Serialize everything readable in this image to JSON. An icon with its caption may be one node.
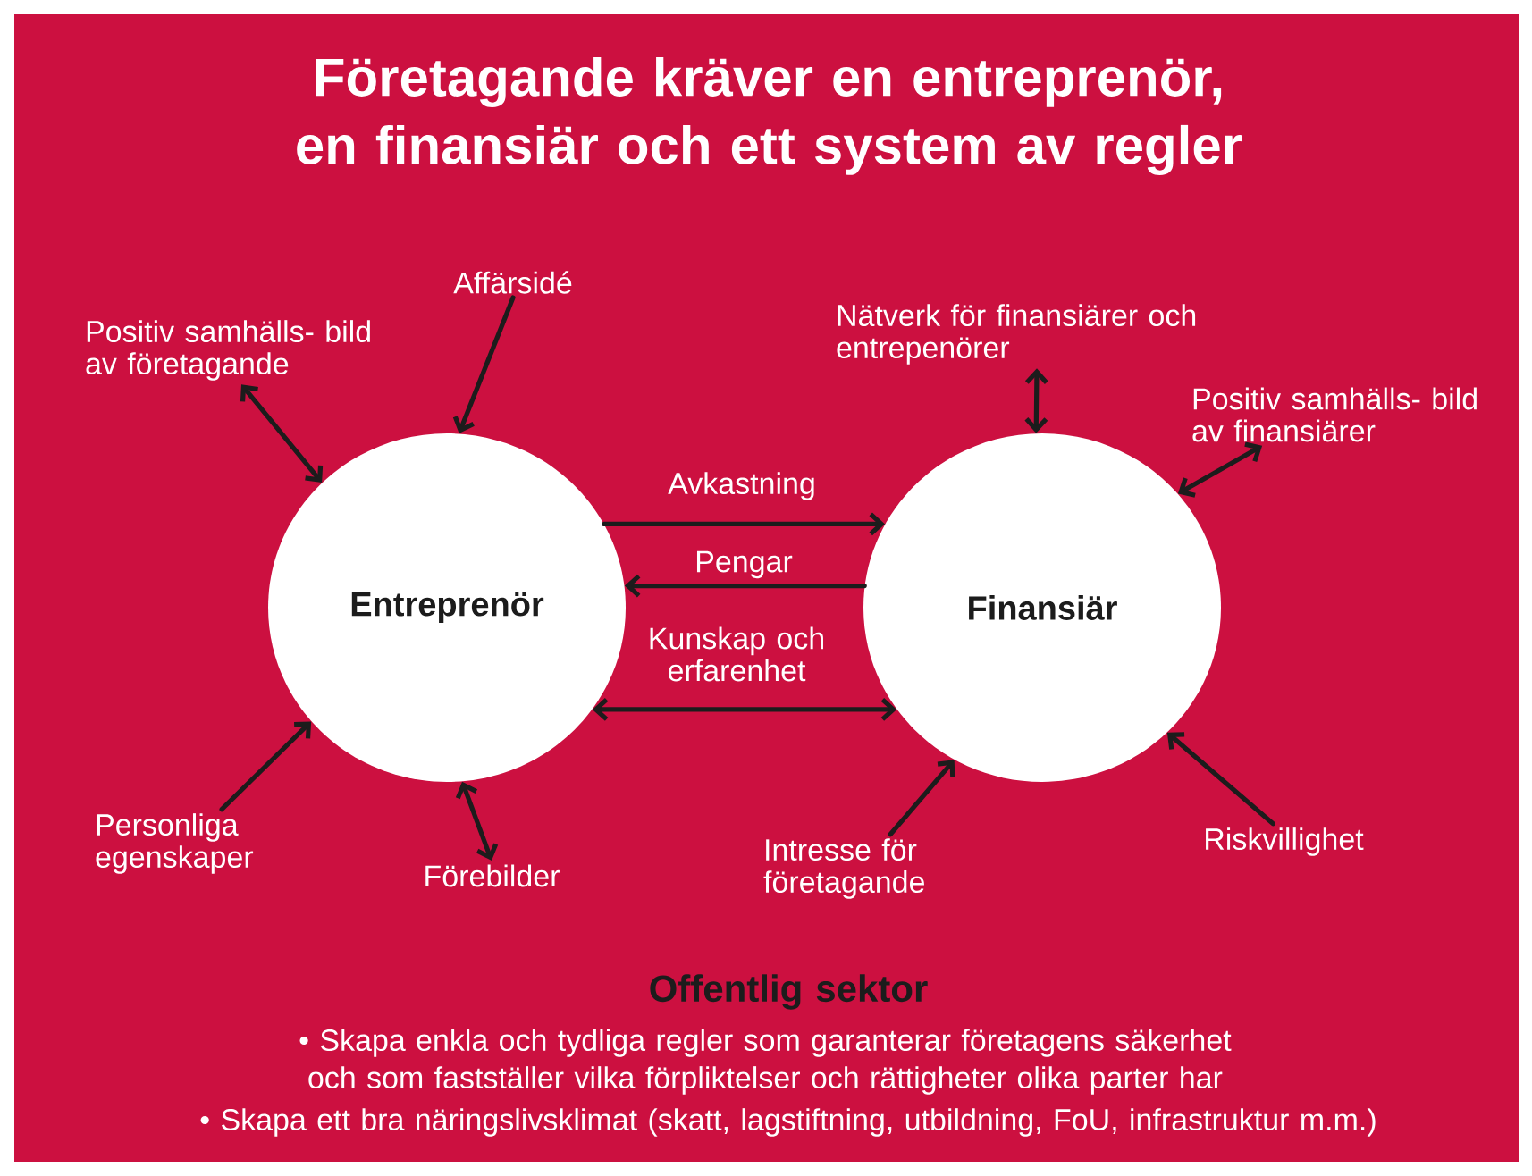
{
  "diagram": {
    "title": "Företagande kräver en entreprenör, en finansiär och ett system av regler",
    "nodes": [
      {
        "text": [
          "Entreprenör"
        ]
      },
      {
        "text": [
          "Finansiär"
        ]
      },
      {
        "text": [
          "Affärsidé"
        ]
      },
      {
        "text": [
          "Positiv samhälls- bild av företagande"
        ]
      },
      {
        "text": [
          "Nätverk för finansiärer och entrepenörer"
        ]
      },
      {
        "text": [
          "Positiv samhälls- bild av finansiärer"
        ]
      },
      {
        "text": [
          "Personliga egenskaper"
        ]
      },
      {
        "text": [
          "Förebilder"
        ]
      },
      {
        "text": [
          "Intresse för företagande"
        ]
      },
      {
        "text": [
          "Riskvillighet"
        ]
      }
    ],
    "edges": [
      {
        "from": 2,
        "to": 0,
        "arrow": "to"
      },
      {
        "from": 3,
        "to": 0,
        "arrow": "both"
      },
      {
        "from": 4,
        "to": 1,
        "arrow": "both"
      },
      {
        "from": 5,
        "to": 1,
        "arrow": "both"
      },
      {
        "from": 6,
        "to": 0,
        "arrow": "to"
      },
      {
        "from": 7,
        "to": 0,
        "arrow": "both"
      },
      {
        "from": 8,
        "to": 1,
        "arrow": "to"
      },
      {
        "from": 9,
        "to": 1,
        "arrow": "to"
      },
      {
        "from": 0,
        "to": 1,
        "arrow": "to",
        "label": "Avkastning"
      },
      {
        "from": 1,
        "to": 0,
        "arrow": "to",
        "label": "Pengar"
      },
      {
        "from": 0,
        "to": 1,
        "arrow": "both",
        "label": "Kunskap och erfarenhet"
      }
    ],
    "labels": [
      "Offentlig sektor",
      "• Skapa enkla och tydliga regler som garanterar företagens säkerhet och som fastställer vilka förpliktelser och rättigheter olika parter har",
      "• Skapa ett bra näringslivsklimat (skatt, lagstiftning, utbildning, FoU, infrastruktur m.m.)"
    ]
  }
}
